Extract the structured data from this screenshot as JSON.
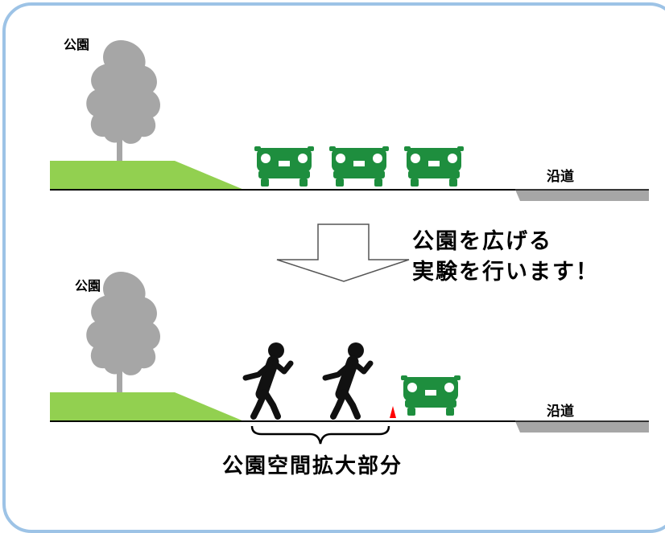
{
  "top_scene": {
    "park_label": "公園",
    "roadside_label": "沿道"
  },
  "message": {
    "line1": "公園を広げる",
    "line2": "実験を行います！"
  },
  "bottom_scene": {
    "park_label": "公園",
    "roadside_label": "沿道",
    "expanded_area_label": "公園空間拡大部分"
  },
  "colors": {
    "frame": "#9dc3e6",
    "grass": "#92d050",
    "tree": "#a6a6a6",
    "car": "#1e8e3e",
    "sidewalk": "#a6a6a6",
    "marker": "#ff0000"
  },
  "icons": [
    "tree-icon",
    "car-icon",
    "person-walking-icon",
    "down-arrow-icon",
    "brace-icon",
    "cone-icon"
  ]
}
